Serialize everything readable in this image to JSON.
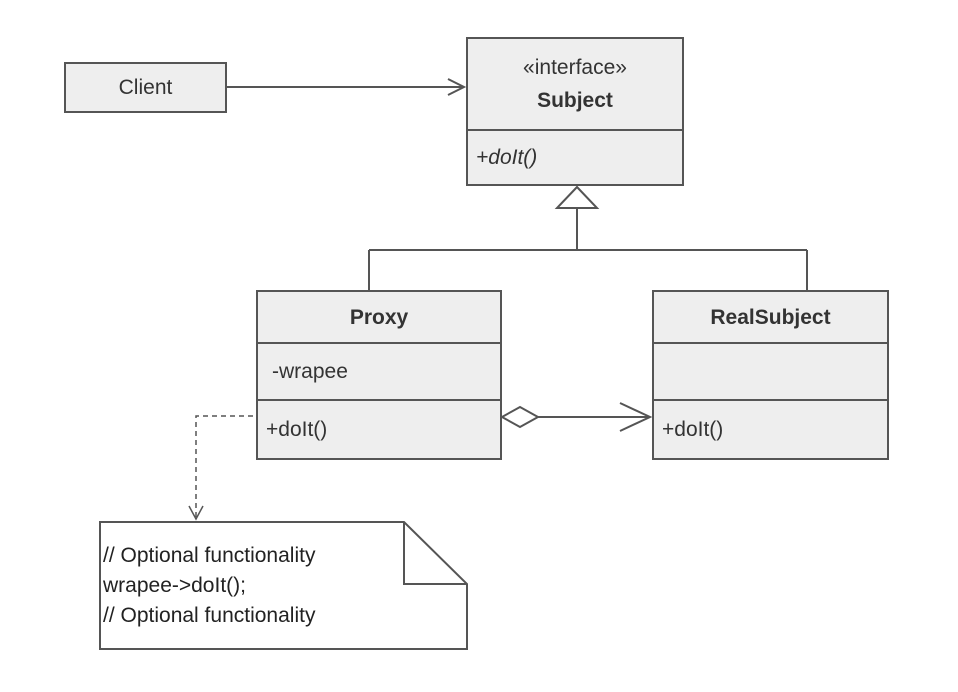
{
  "client": {
    "label": "Client"
  },
  "subject": {
    "stereotype": "«interface»",
    "name": "Subject",
    "operations": [
      "+doIt()"
    ]
  },
  "proxy": {
    "name": "Proxy",
    "attributes": [
      "-wrapee"
    ],
    "operations": [
      "+doIt()"
    ]
  },
  "real_subject": {
    "name": "RealSubject",
    "attributes": [],
    "operations": [
      "+doIt()"
    ]
  },
  "note": {
    "lines": [
      "// Optional functionality",
      "wrapee->doIt();",
      "// Optional functionality"
    ]
  },
  "colors": {
    "box_fill": "#eeeeee",
    "border": "#555555",
    "text": "#333333"
  }
}
